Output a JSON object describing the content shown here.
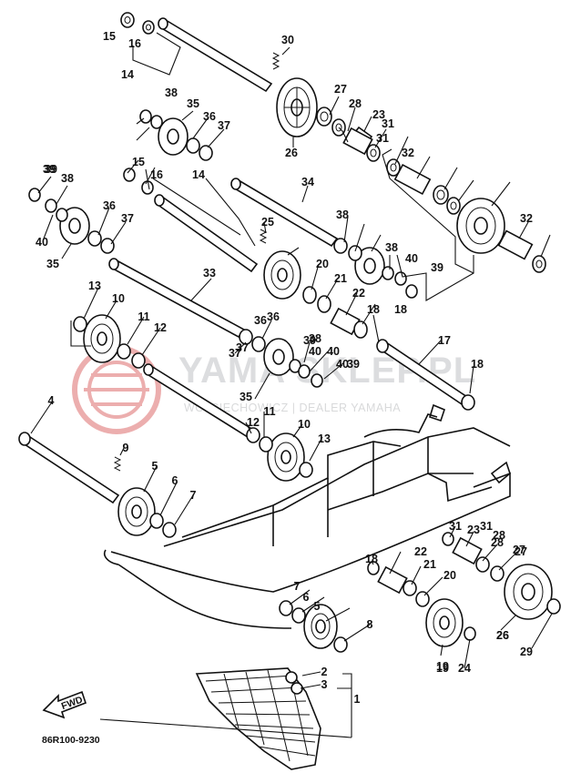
{
  "diagram": {
    "drawing_code": "86R100-9230",
    "front_mark": "FWD",
    "watermark": {
      "brand": "YAMA SKLEP.PL",
      "tagline": "WOJCIECHOWICZ | DEALER YAMAHA"
    },
    "callout_labels": [
      "1",
      "2",
      "3",
      "4",
      "5",
      "6",
      "7",
      "8",
      "9",
      "10",
      "11",
      "12",
      "13",
      "14",
      "15",
      "16",
      "17",
      "18",
      "19",
      "20",
      "21",
      "22",
      "23",
      "24",
      "25",
      "26",
      "27",
      "28",
      "29",
      "30",
      "31",
      "32",
      "33",
      "34",
      "35",
      "36",
      "37",
      "38",
      "39",
      "40",
      "14",
      "15",
      "16",
      "26",
      "27",
      "28",
      "31",
      "31",
      "32",
      "35",
      "35",
      "36",
      "36",
      "37",
      "37",
      "38",
      "38",
      "38",
      "39",
      "39",
      "39",
      "40",
      "40",
      "40",
      "5",
      "6",
      "7",
      "10",
      "11",
      "12",
      "13",
      "18",
      "18",
      "18",
      "19",
      "20",
      "21",
      "22",
      "23",
      "26",
      "27",
      "28",
      "31",
      "36",
      "37",
      "38",
      "39",
      "40"
    ]
  }
}
